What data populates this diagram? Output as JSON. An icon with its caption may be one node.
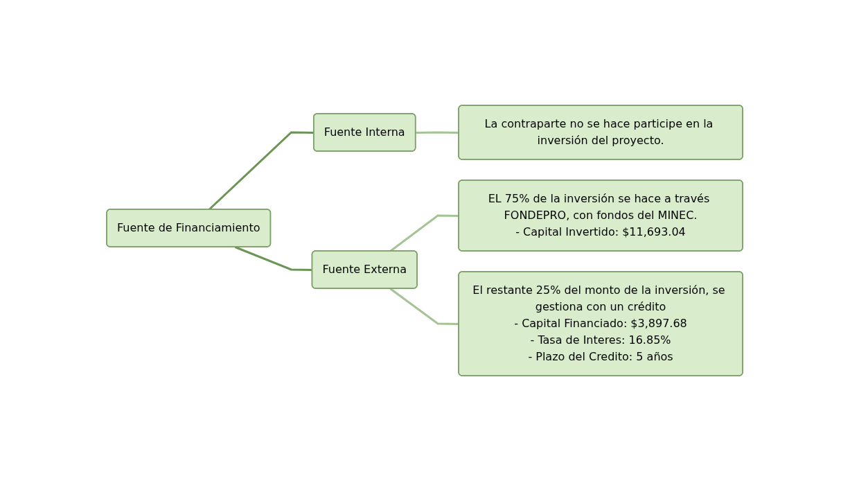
{
  "diagram": {
    "nodes": [
      {
        "text": [
          "Fuente de Financiamiento"
        ]
      },
      {
        "text": [
          "Fuente Interna"
        ]
      },
      {
        "text": [
          "La contraparte no se hace participe en la inversión del proyecto."
        ]
      },
      {
        "text": [
          "Fuente Externa"
        ]
      },
      {
        "text": [
          "EL 75% de la inversión se hace a través FONDEPRO, con fondos del MINEC.",
          "- Capital Invertido: $11,693.04"
        ]
      },
      {
        "text": [
          "El restante 25% del monto de la inversión, se gestiona con un crédito",
          "- Capital Financiado: $3,897.68",
          "- Tasa de Interes: 16.85%",
          "- Plazo del Credito: 5 años"
        ]
      }
    ],
    "edges": [
      {
        "from": 0,
        "to": 1,
        "arrow": "none",
        "color": "#6b9556"
      },
      {
        "from": 0,
        "to": 3,
        "arrow": "none",
        "color": "#6b9556"
      },
      {
        "from": 1,
        "to": 2,
        "arrow": "none"
      },
      {
        "from": 3,
        "to": 4,
        "arrow": "none"
      },
      {
        "from": 3,
        "to": 5,
        "arrow": "none"
      }
    ]
  }
}
